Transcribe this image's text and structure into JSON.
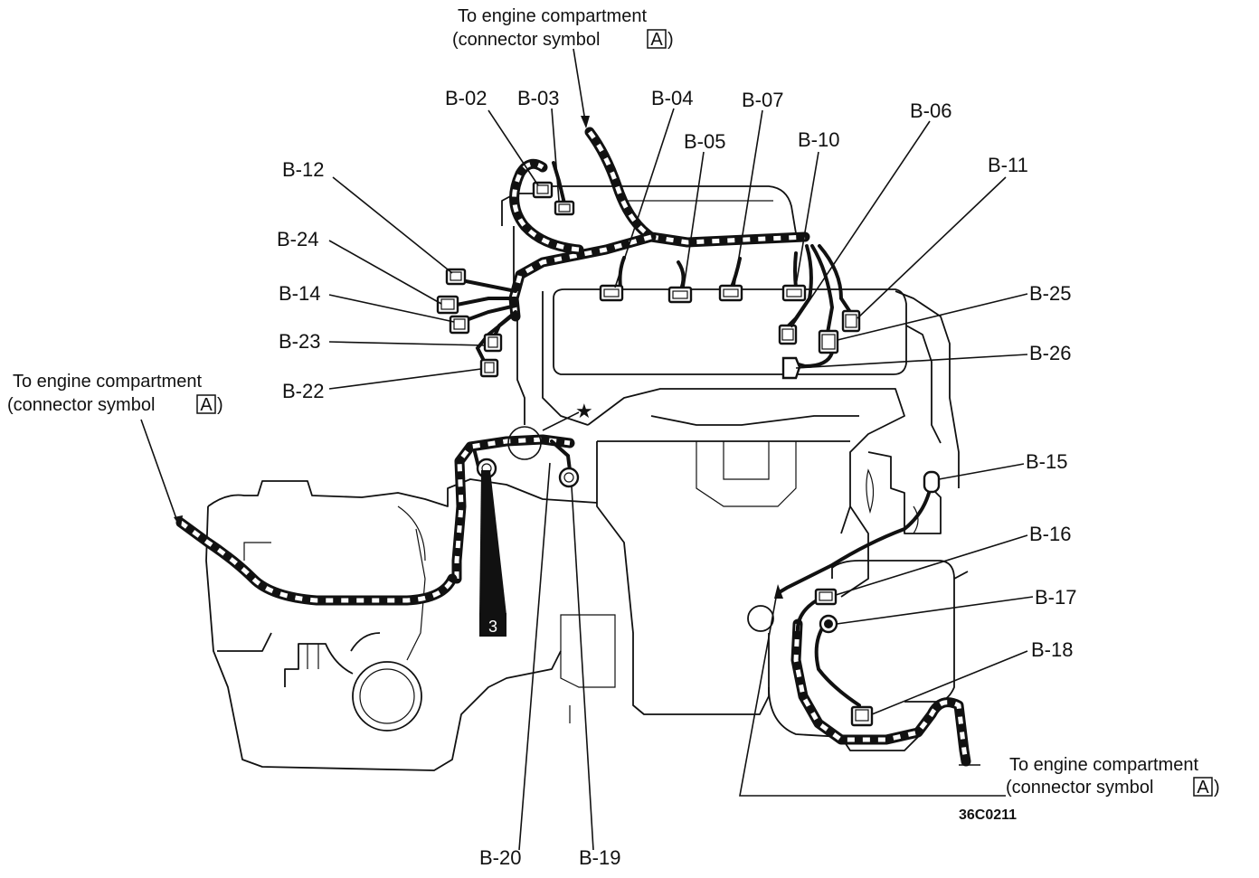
{
  "diagram": {
    "figure_code": "36C0211",
    "notes": {
      "top": {
        "line1": "To engine compartment",
        "line2": "(connector symbol",
        "symbol": "A",
        "close": ")"
      },
      "left": {
        "line1": "To engine compartment",
        "line2": "(connector symbol",
        "symbol": "A",
        "close": ")"
      },
      "bottom_right": {
        "line1": "To engine compartment",
        "line2": "(connector symbol",
        "symbol": "A",
        "close": ")"
      }
    },
    "marker_star": "★",
    "marker_number": "3",
    "labels": {
      "b02": "B-02",
      "b03": "B-03",
      "b04": "B-04",
      "b05": "B-05",
      "b06": "B-06",
      "b07": "B-07",
      "b10": "B-10",
      "b11": "B-11",
      "b12": "B-12",
      "b14": "B-14",
      "b15": "B-15",
      "b16": "B-16",
      "b17": "B-17",
      "b18": "B-18",
      "b19": "B-19",
      "b20": "B-20",
      "b22": "B-22",
      "b23": "B-23",
      "b24": "B-24",
      "b25": "B-25",
      "b26": "B-26"
    }
  }
}
